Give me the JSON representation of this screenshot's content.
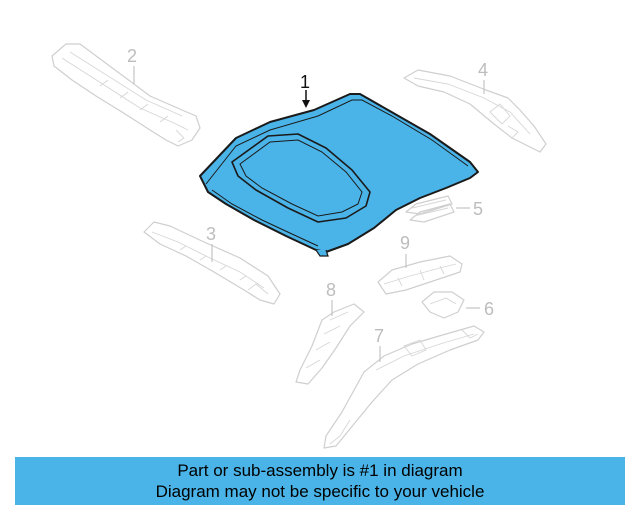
{
  "diagram": {
    "callouts": {
      "c1": "1",
      "c2": "2",
      "c3": "3",
      "c4": "4",
      "c5": "5",
      "c6": "6",
      "c7": "7",
      "c8": "8",
      "c9": "9"
    },
    "highlight_color": "#4ab4e8",
    "part_color": "#cfcfcf"
  },
  "footer": {
    "line1": "Part or sub-assembly is #1 in diagram",
    "line2": "Diagram may not be specific to your vehicle",
    "background": "#4ab4e8"
  }
}
